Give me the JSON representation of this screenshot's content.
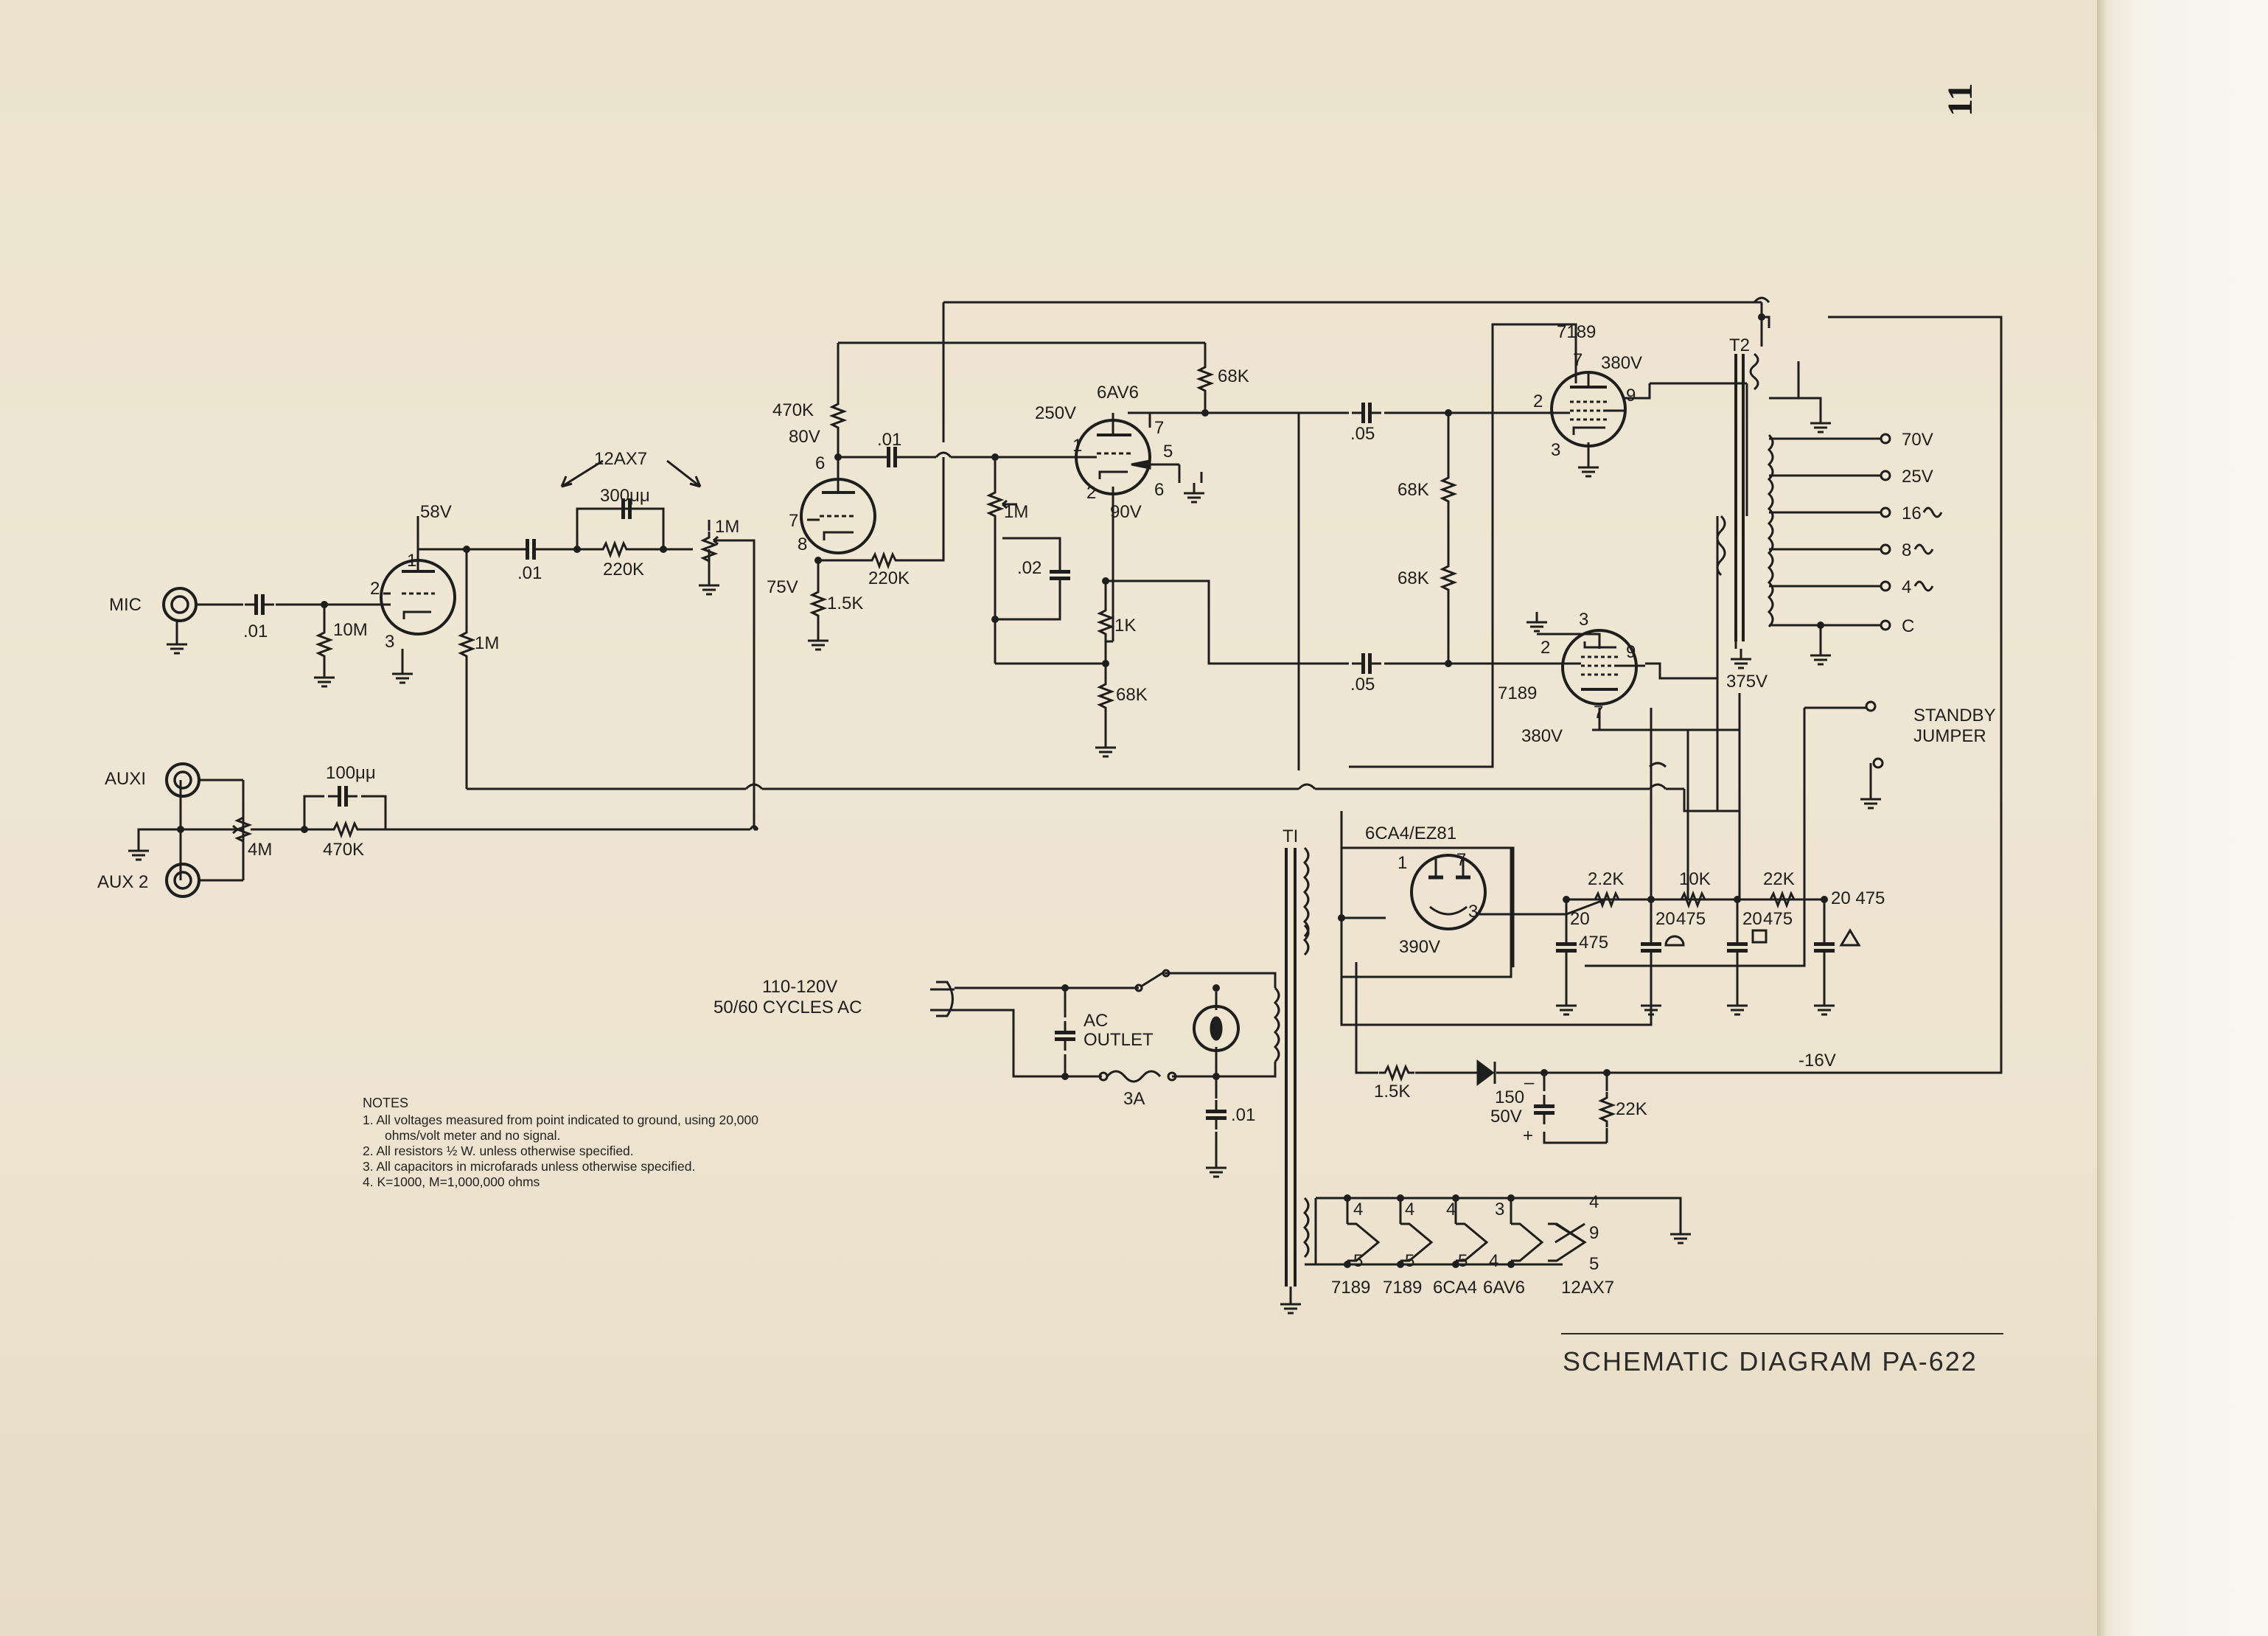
{
  "page": {
    "page_number": "11",
    "title": "SCHEMATIC DIAGRAM PA-622"
  },
  "tubes": [
    {
      "ref": "v1",
      "type": "12AX7"
    },
    {
      "ref": "v2",
      "type": "6AV6"
    },
    {
      "ref": "v3",
      "type": "7189"
    },
    {
      "ref": "v4",
      "type": "7189"
    },
    {
      "ref": "rect",
      "type": "6CA4/EZ81"
    }
  ],
  "inputs": {
    "mic": "MIC",
    "aux1": "AUXI",
    "aux2": "AUX 2"
  },
  "labels": {
    "tube_12ax7": "12AX7",
    "v_58": "58V",
    "pin1": "1",
    "pin2": "2",
    "pin3": "3",
    "c_mic": ".01",
    "r_10m": "10M",
    "r_1m_grid": "1M",
    "c_couple1": ".01",
    "c_300": "300μμ",
    "r_220k_a": "220K",
    "pot_1m": "1M",
    "r_470k_plate": "470K",
    "v_80": "80V",
    "pin6": "6",
    "pin7": "7",
    "pin8": "8",
    "v_75": "75V",
    "r_1_5k_cath": "1.5K",
    "r_220k_fb": "220K",
    "c_couple2": ".01",
    "tube_6av6": "6AV6",
    "v_250": "250V",
    "v_90": "90V",
    "pin1b": "1",
    "pin2b": "2",
    "pin5b": "5",
    "pin6b": "6",
    "pin7b": "7",
    "r_68k_top": "68K",
    "pot_1m_tone": "1M",
    "c_02": ".02",
    "r_1k": "1K",
    "r_68k_bot": "68K",
    "c_05_top": ".05",
    "c_05_bot": ".05",
    "r_68k_mid1": "68K",
    "r_68k_mid2": "68K",
    "tube_7189_top": "7189",
    "v_380_top": "380V",
    "pin7c": "7",
    "pin2c": "2",
    "pin9c": "9",
    "pin3c": "3",
    "tube_7189_bot": "7189",
    "v_380_bot": "380V",
    "pin3d": "3",
    "pin2d": "2",
    "pin9d": "9",
    "pin7d": "7",
    "v_375": "375V",
    "t2": "T2",
    "tap_70": "70V",
    "tap_25": "25V",
    "tap_16": "16",
    "tap_8": "8",
    "tap_4": "4",
    "tap_c": "C",
    "standby": "STANDBY",
    "jumper": "JUMPER",
    "c_100": "100μμ",
    "pot_4m": "4M",
    "r_470k_aux": "470K",
    "t1": "TI",
    "rect_pin1": "1",
    "rect_pin7": "7",
    "rect_pin3": "3",
    "v_390": "390V",
    "r_2_2k": "2.2K",
    "r_10k": "10K",
    "r_22k_filter": "22K",
    "c_20_a": "20",
    "c_475_a": "475",
    "c_20_b": "20",
    "c_475_b": "475",
    "c_20_c": "20",
    "c_475_c": "475",
    "c_20_d": "20 475",
    "mains_volt": "110-120V",
    "mains_freq": "50/60 CYCLES AC",
    "ac": "AC",
    "outlet": "OUTLET",
    "fuse": "3A",
    "c_01_line": ".01",
    "r_1_5k_bias": "1.5K",
    "c_150": "150",
    "c_50v": "50V",
    "minus": "–",
    "plus": "+",
    "r_22k_bias": "22K",
    "v_neg16": "-16V",
    "fil_7189a": "7189",
    "fil_7189b": "7189",
    "fil_6ca4": "6CA4",
    "fil_6av6": "6AV6",
    "fil_12ax7": "12AX7",
    "fp_4a": "4",
    "fp_5a": "5",
    "fp_4b": "4",
    "fp_5b": "5",
    "fp_4c": "4",
    "fp_5c": "5",
    "fp_3d": "3",
    "fp_4d": "4",
    "fp_4e": "4",
    "fp_9e": "9",
    "fp_5e": "5"
  },
  "notes": {
    "heading": "NOTES",
    "items": [
      "1. All voltages measured from point indicated to ground, using 20,000 ohms/volt meter and no signal.",
      "2. All resistors ½ W. unless otherwise specified.",
      "3. All capacitors in microfarads unless otherwise specified.",
      "4. K=1000, M=1,000,000 ohms"
    ]
  }
}
